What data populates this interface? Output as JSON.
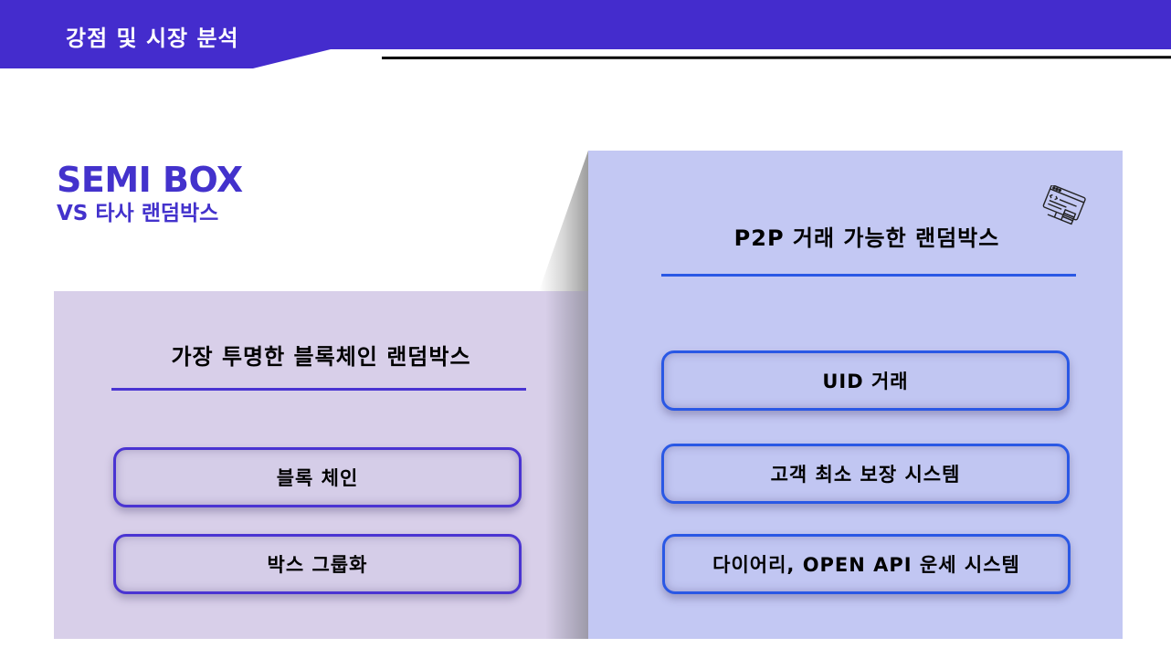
{
  "header": {
    "title": "강점 및 시장 분석",
    "accent_color": "#442ccd"
  },
  "brand": {
    "title": "SEMI BOX",
    "subtitle": "VS 타사 랜덤박스",
    "color": "#4332cc"
  },
  "left_panel": {
    "heading": "가장 투명한 블록체인 랜덤박스",
    "background": "#d8cfe9",
    "rule_color": "#4a34d2",
    "items": [
      {
        "label": "블록 체인"
      },
      {
        "label": "박스 그룹화"
      }
    ]
  },
  "right_panel": {
    "heading": "P2P 거래 가능한 랜덤박스",
    "background": "#c3c8f3",
    "rule_color": "#2a58e5",
    "icon": "code-window-icon",
    "items": [
      {
        "label": "UID 거래"
      },
      {
        "label": "고객 최소 보장 시스템"
      },
      {
        "label": "다이어리, OPEN API 운세 시스템"
      }
    ]
  }
}
